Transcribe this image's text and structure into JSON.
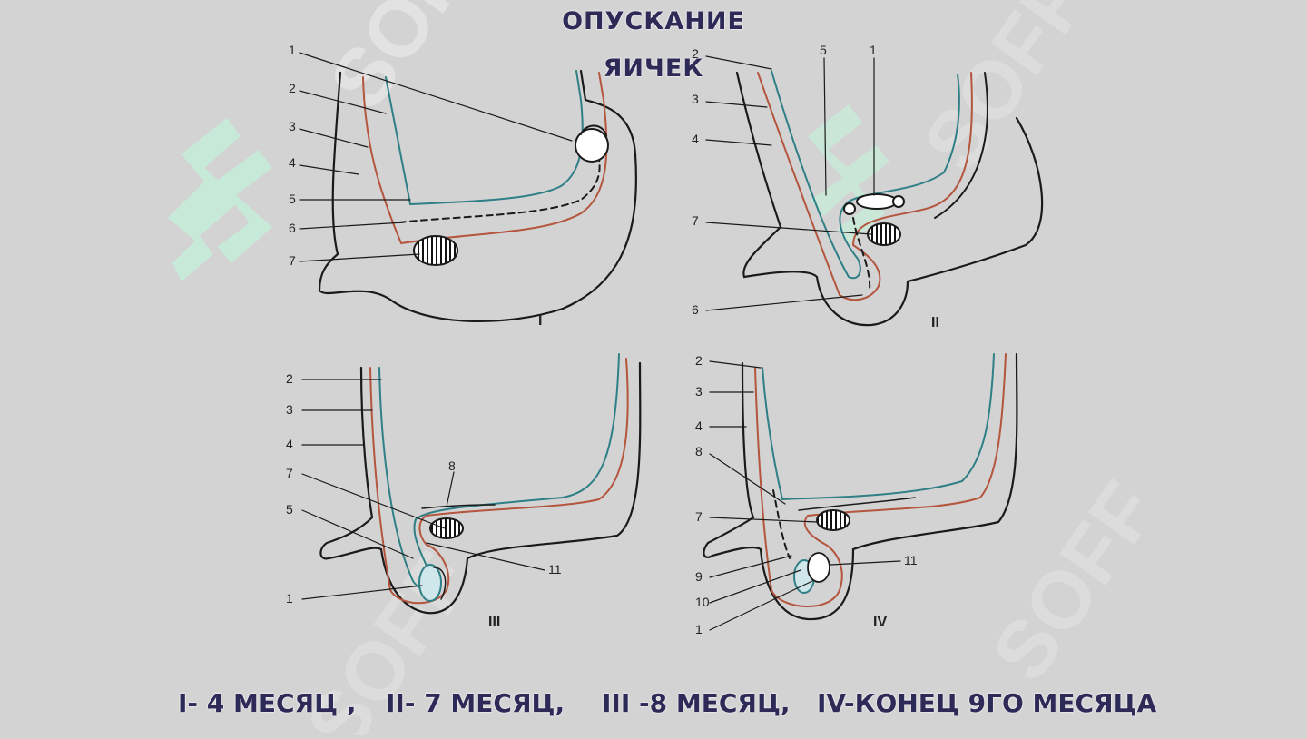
{
  "title": {
    "line1": "ОПУСКАНИЕ",
    "line2": "ЯИЧЕК"
  },
  "watermark": "SOFF",
  "colors": {
    "background": "#d3d3d4",
    "outline": "#1a1a1a",
    "teal_layer": "#2f7f86",
    "red_layer": "#b4553e",
    "caption_text": "#2e2a58",
    "watermark": "#c8f0dc"
  },
  "panels": [
    {
      "numeral": "I",
      "labels": [
        "1",
        "2",
        "3",
        "4",
        "5",
        "6",
        "7"
      ]
    },
    {
      "numeral": "II",
      "labels": [
        "2",
        "3",
        "4",
        "5",
        "1",
        "7",
        "6"
      ]
    },
    {
      "numeral": "III",
      "labels": [
        "2",
        "3",
        "4",
        "7",
        "5",
        "1",
        "8",
        "11"
      ]
    },
    {
      "numeral": "IV",
      "labels": [
        "2",
        "3",
        "4",
        "8",
        "7",
        "9",
        "10",
        "1",
        "11"
      ]
    }
  ],
  "captions": [
    "I- 4 МЕСЯЦ ,",
    "II- 7 МЕСЯЦ,",
    "III -8 МЕСЯЦ,",
    "IV-КОНЕЦ 9ГО МЕСЯЦА"
  ]
}
